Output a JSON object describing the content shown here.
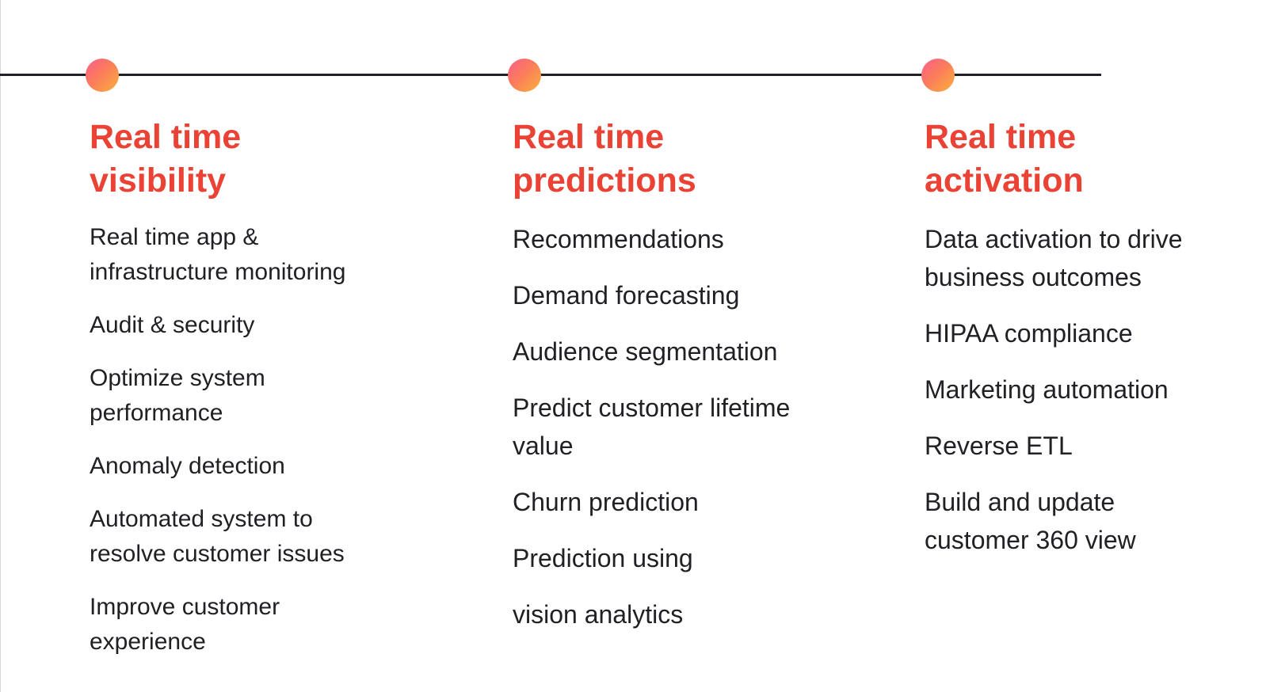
{
  "columns": [
    {
      "heading_line1": "Real time",
      "heading_line2": "visibility",
      "items": [
        "Real time app & infrastructure monitoring",
        "Audit & security",
        "Optimize system performance",
        "Anomaly detection",
        "Automated system to resolve customer issues",
        "Improve customer experience"
      ]
    },
    {
      "heading_line1": "Real time",
      "heading_line2": "predictions",
      "items": [
        "Recommendations",
        "Demand forecasting",
        "Audience segmentation",
        "Predict customer lifetime value",
        "Churn prediction",
        "Prediction using",
        "vision analytics"
      ]
    },
    {
      "heading_line1": "Real time",
      "heading_line2": "activation",
      "items": [
        "Data activation to drive business outcomes",
        "HIPAA compliance",
        "Marketing automation",
        "Reverse ETL",
        "Build and update customer 360 view"
      ]
    }
  ],
  "colors": {
    "heading": "#ea4335",
    "text": "#202124",
    "line": "#202124",
    "node_gradient_start": "#f9608a",
    "node_gradient_mid": "#fb7b5c",
    "node_gradient_end": "#fbb13c"
  }
}
